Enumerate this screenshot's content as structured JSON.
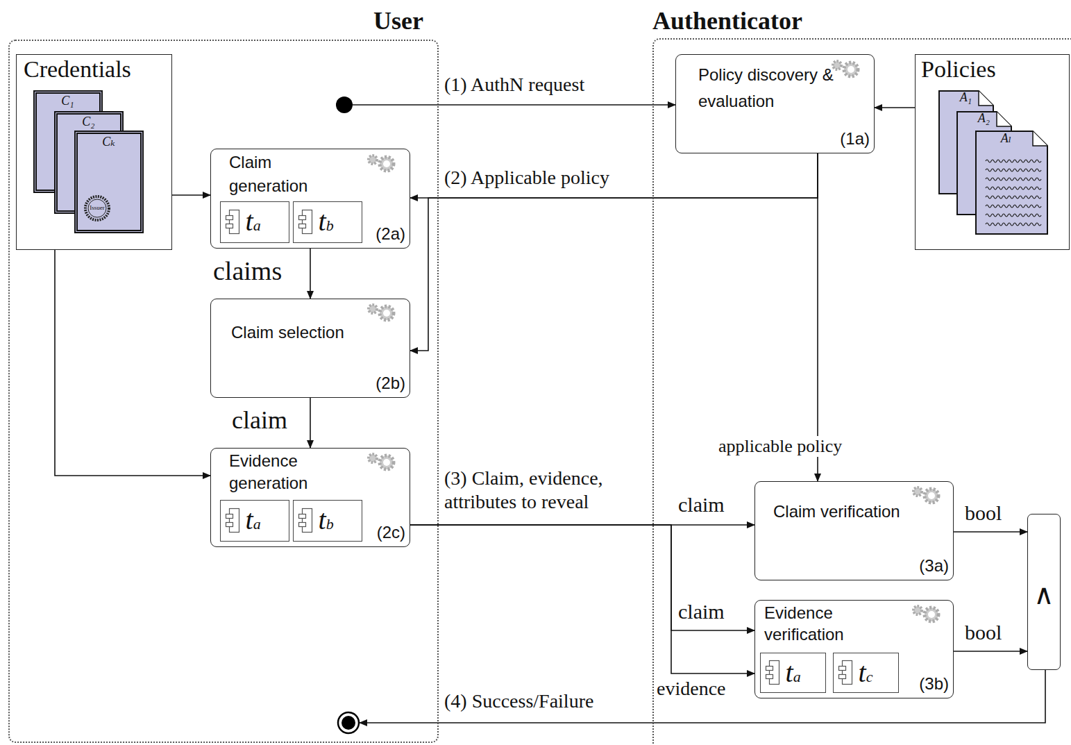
{
  "diagram": {
    "nodes": [
      {
        "text": [
          "User"
        ]
      },
      {
        "text": [
          "Authenticator"
        ]
      },
      {
        "text": [
          "Credentials"
        ],
        "in": 0
      },
      {
        "text": [
          "C₁"
        ],
        "in": 2
      },
      {
        "text": [
          "C₂"
        ],
        "in": 2
      },
      {
        "text": [
          "Cₖ"
        ],
        "in": 2
      },
      {
        "text": [
          "Claim generation",
          "(2a)"
        ],
        "in": 0
      },
      {
        "text": [
          "ta"
        ],
        "in": 6
      },
      {
        "text": [
          "tb"
        ],
        "in": 6
      },
      {
        "text": [
          "Claim selection",
          "(2b)"
        ],
        "in": 0
      },
      {
        "text": [
          "Evidence generation",
          "(2c)"
        ],
        "in": 0
      },
      {
        "text": [
          "ta"
        ],
        "in": 10
      },
      {
        "text": [
          "tb"
        ],
        "in": 10
      },
      {
        "text": [
          "Policy discovery & evaluation",
          "(1a)"
        ],
        "in": 1
      },
      {
        "text": [
          "Policies"
        ],
        "in": 1
      },
      {
        "text": [
          "A₁"
        ],
        "in": 14
      },
      {
        "text": [
          "A₂"
        ],
        "in": 14
      },
      {
        "text": [
          "Aₗ"
        ],
        "in": 14
      },
      {
        "text": [
          "Claim verification",
          "(3a)"
        ],
        "in": 1
      },
      {
        "text": [
          "Evidence verification",
          "(3b)"
        ],
        "in": 1
      },
      {
        "text": [
          "ta"
        ],
        "in": 19
      },
      {
        "text": [
          "tc"
        ],
        "in": 19
      },
      {
        "text": [
          "∧"
        ],
        "in": 1
      }
    ],
    "edges": [
      {
        "from": 0,
        "to": 13,
        "label": "(1) AuthN request",
        "arrow": "to"
      },
      {
        "from": 14,
        "to": 13,
        "arrow": "to"
      },
      {
        "from": 13,
        "to": 6,
        "label": "(2) Applicable policy",
        "arrow": "to"
      },
      {
        "from": 13,
        "to": 9,
        "arrow": "to"
      },
      {
        "from": 13,
        "to": 18,
        "label": "applicable policy",
        "arrow": "to"
      },
      {
        "from": 2,
        "to": 6,
        "arrow": "to"
      },
      {
        "from": 2,
        "to": 10,
        "arrow": "to"
      },
      {
        "from": 6,
        "to": 9,
        "label": "claims",
        "arrow": "to"
      },
      {
        "from": 9,
        "to": 10,
        "label": "claim",
        "arrow": "to"
      },
      {
        "from": 10,
        "to": 18,
        "label": "(3) Claim, evidence, attributes to reveal",
        "arrow": "to"
      },
      {
        "from": 10,
        "to": 19,
        "label": "claim",
        "arrow": "to"
      },
      {
        "from": 10,
        "to": 19,
        "label": "evidence",
        "arrow": "to"
      },
      {
        "from": 18,
        "to": 22,
        "label": "bool",
        "arrow": "to"
      },
      {
        "from": 19,
        "to": 22,
        "label": "bool",
        "arrow": "to"
      },
      {
        "from": 22,
        "to": 0,
        "label": "(4) Success/Failure",
        "arrow": "to"
      }
    ],
    "labels": [
      "claim",
      "Issuer"
    ]
  }
}
